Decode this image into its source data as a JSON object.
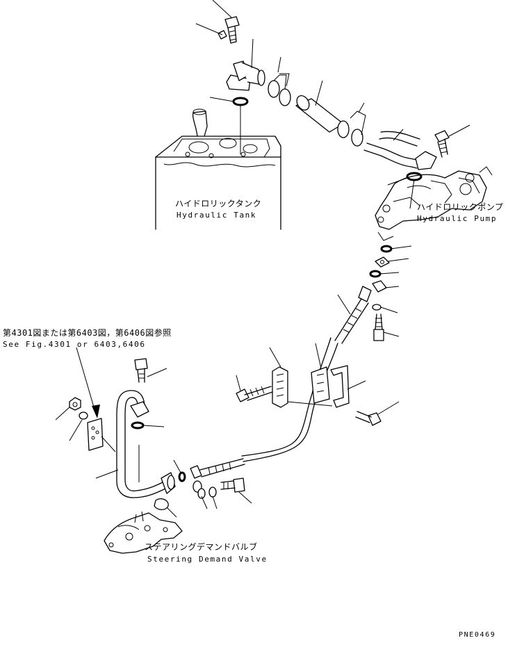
{
  "labels": {
    "hydraulic_tank_jp": "ハイドロリックタンク",
    "hydraulic_tank_en": "Hydraulic Tank",
    "hydraulic_pump_jp": "ハイドロリックポンプ",
    "hydraulic_pump_en": "Hydraulic Pump",
    "steering_valve_jp": "ステアリングデマンドバルブ",
    "steering_valve_en": "Steering Demand Valve",
    "reference_jp": "第4301図または第6403図，第6406図参照",
    "reference_en": "See Fig.4301 or 6403,6406",
    "figure_code": "PNE0469"
  }
}
